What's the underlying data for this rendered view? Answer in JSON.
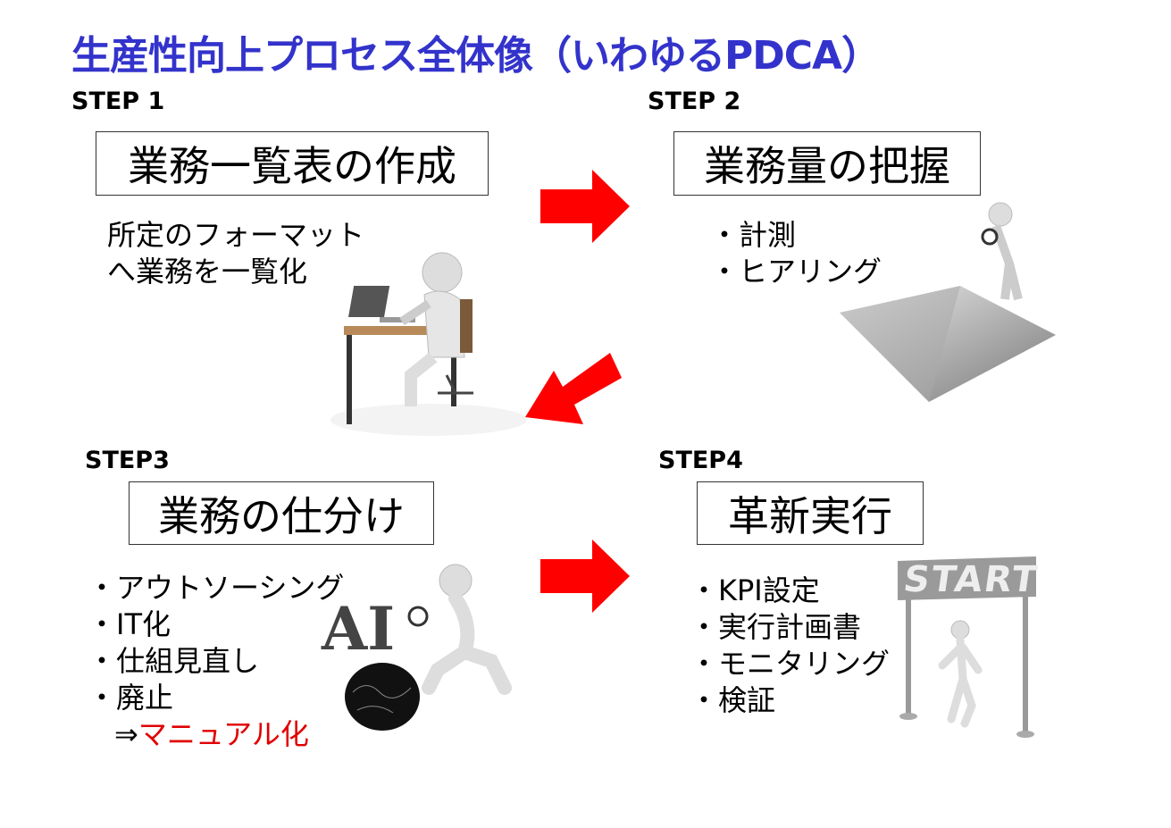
{
  "title": "生産性向上プロセス全体像（いわゆるPDCA）",
  "steps": [
    {
      "label": "STEP 1",
      "heading": "業務一覧表の作成",
      "lines": [
        "所定のフォーマット",
        "へ業務を一覧化"
      ]
    },
    {
      "label": "STEP 2",
      "heading": "業務量の把握",
      "lines": [
        "・計測",
        "・ヒアリング"
      ]
    },
    {
      "label": "STEP3",
      "heading": "業務の仕分け",
      "lines": [
        "・アウトソーシング",
        "・IT化",
        "・仕組見直し",
        "・廃止"
      ],
      "result_prefix": "⇒",
      "result_highlight": "マニュアル化"
    },
    {
      "label": "STEP4",
      "heading": "革新実行",
      "lines": [
        "・KPI設定",
        "・実行計画書",
        "・モニタリング",
        "・検証"
      ]
    }
  ],
  "illustrations": {
    "ai_text": "AI",
    "start_sign": "START"
  },
  "colors": {
    "title": "#3333cc",
    "arrow": "#ff0000",
    "highlight": "#e00000"
  }
}
